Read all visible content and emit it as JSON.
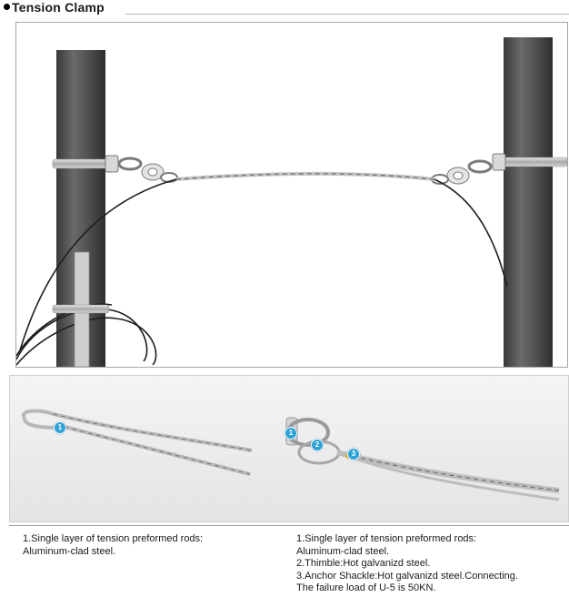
{
  "page": {
    "title": "Tension Clamp"
  },
  "detail_panel": {
    "badges_left": [
      "1"
    ],
    "badges_right": [
      "1",
      "2",
      "3"
    ]
  },
  "captions": {
    "left": [
      "1.Single layer of tension preformed rods:",
      "Aluminum-clad steel."
    ],
    "right": [
      "1.Single layer of tension preformed rods:",
      "Aluminum-clad steel.",
      "2.Thimble:Hot galvanizd steel.",
      "3.Anchor Shackle:Hot galvanizd steel.Connecting.",
      "The failure load of U-5 is 50KN."
    ]
  },
  "colors": {
    "pole": "#4a4a4a",
    "badge": "#2ea3d6",
    "cable": "#1e1e1e",
    "rod": "#bdbdbd"
  },
  "icons": [
    "bullet-icon",
    "pole-illustration",
    "cable-illustration",
    "preformed-rod-illustration",
    "thimble-shackle-illustration"
  ]
}
